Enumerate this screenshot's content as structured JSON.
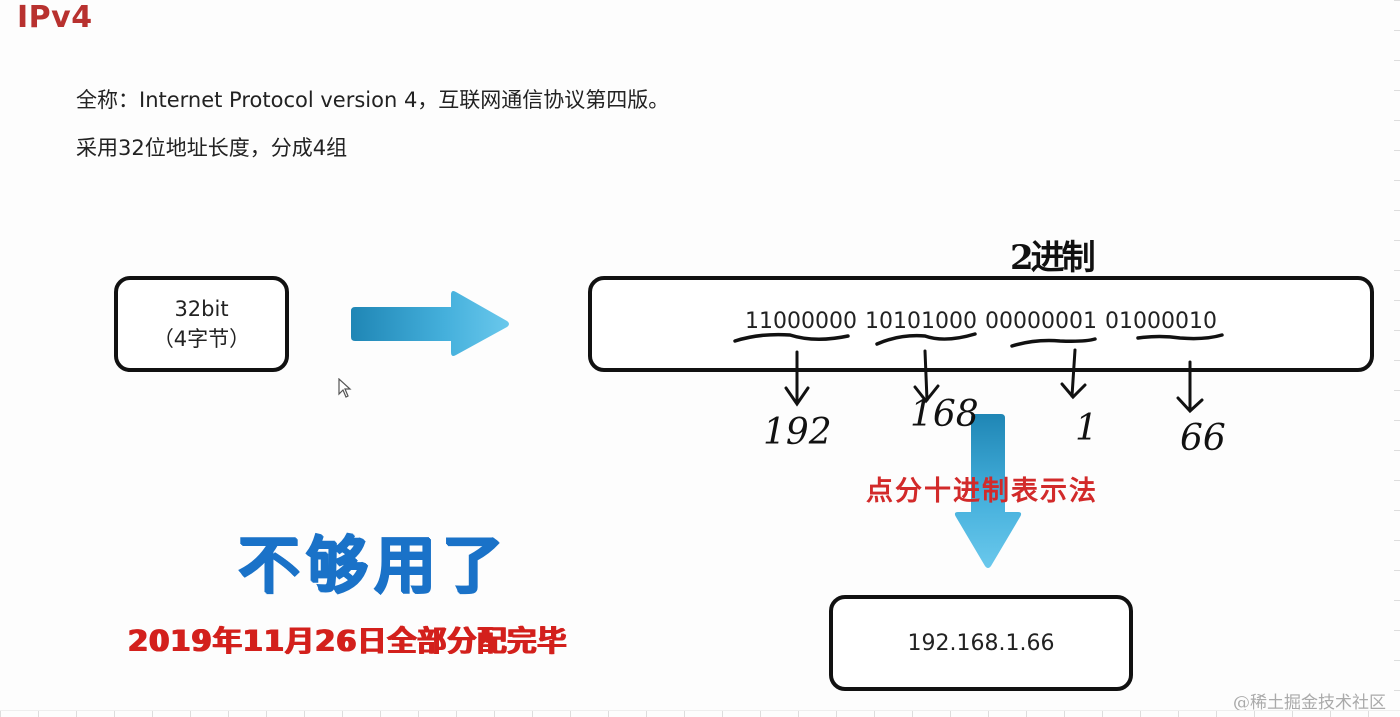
{
  "slide": {
    "title": "IPv4",
    "lines": [
      "全称：Internet Protocol version 4，互联网通信协议第四版。",
      "采用32位地址长度，分成4组"
    ]
  },
  "diagram": {
    "source_box": {
      "line1": "32bit",
      "line2": "（4字节）"
    },
    "binary_label_handwritten": "2进制",
    "binary_groups": [
      "11000000",
      "10101000",
      "00000001",
      "01000010"
    ],
    "decimal_groups_handwritten": [
      "192",
      "168",
      "1",
      "66"
    ],
    "notation_caption": "点分十进制表示法",
    "result": "192.168.1.66",
    "colors": {
      "arrow_dark": "#1f86b5",
      "arrow_light": "#6ac8ec",
      "caption_red": "#d22a2a",
      "title_red": "#b8312f"
    }
  },
  "callout": {
    "headline": "不够用了",
    "headline_color": "#1a72c8",
    "date_note": "2019年11月26日全部分配完毕",
    "date_note_color": "#d3201c"
  },
  "watermark": "@稀土掘金技术社区"
}
